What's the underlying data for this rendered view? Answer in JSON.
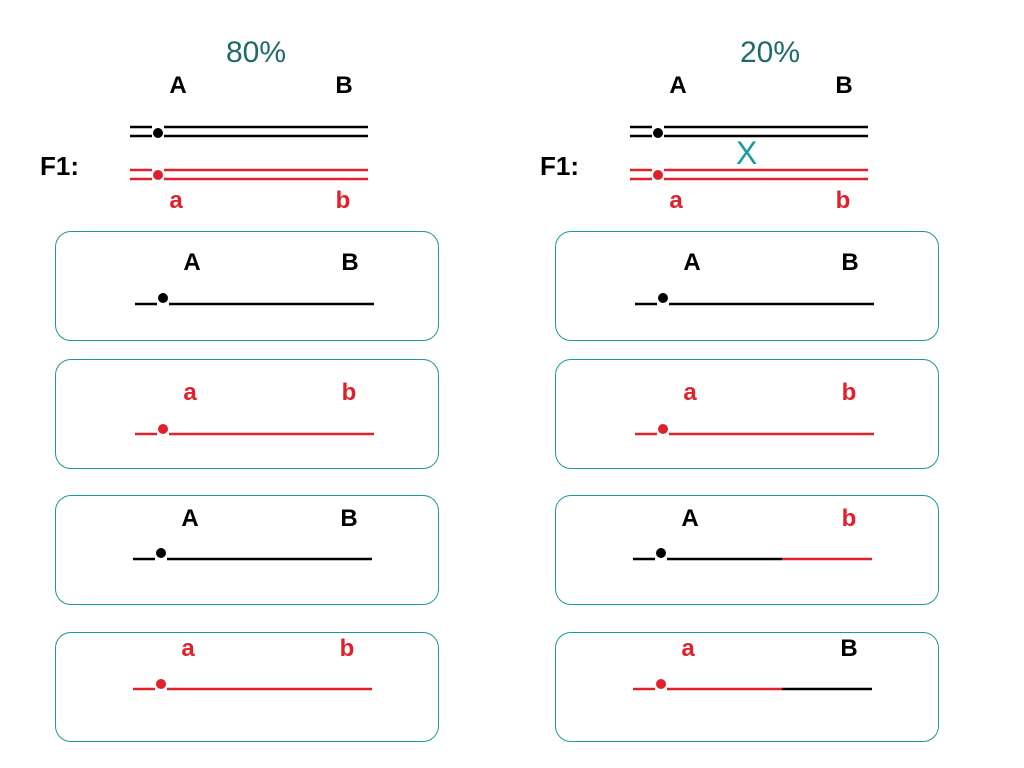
{
  "colors": {
    "black": "#000000",
    "red": "#e0202a",
    "teal": "#1a9a9a",
    "pct_text": "#1f6b6b"
  },
  "panels": [
    {
      "percent": "80%",
      "f1_label": "F1:",
      "top_labels": [
        "A",
        "B"
      ],
      "bottom_labels": [
        "a",
        "b"
      ],
      "crossover": "",
      "gametes": [
        {
          "left": "A",
          "right": "B"
        },
        {
          "left": "a",
          "right": "b"
        },
        {
          "left": "A",
          "right": "B"
        },
        {
          "left": "a",
          "right": "b"
        }
      ]
    },
    {
      "percent": "20%",
      "f1_label": "F1:",
      "top_labels": [
        "A",
        "B"
      ],
      "bottom_labels": [
        "a",
        "b"
      ],
      "crossover": "X",
      "gametes": [
        {
          "left": "A",
          "right": "B"
        },
        {
          "left": "a",
          "right": "b"
        },
        {
          "left": "A",
          "right": "b"
        },
        {
          "left": "a",
          "right": "B"
        }
      ]
    }
  ]
}
